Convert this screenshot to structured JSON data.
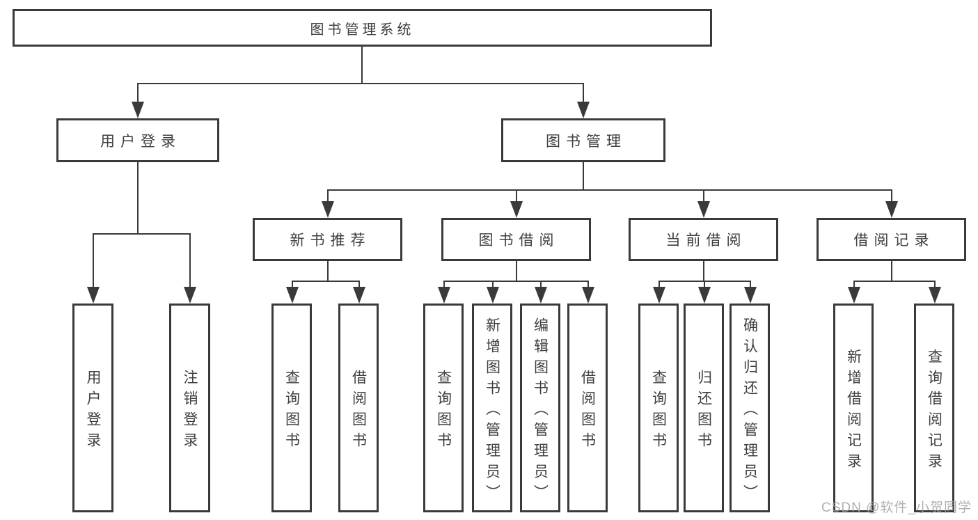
{
  "colors": {
    "line": "#3a3a3a",
    "text": "#404040",
    "background": "#ffffff",
    "watermark": "#a2a2a2"
  },
  "tree": {
    "root": {
      "label": "图书管理系统",
      "children": [
        {
          "label": "用户登录",
          "children": [
            {
              "label": "用户登录"
            },
            {
              "label": "注销登录"
            }
          ]
        },
        {
          "label": "图书管理",
          "children": [
            {
              "label": "新书推荐",
              "children": [
                {
                  "label": "查询图书"
                },
                {
                  "label": "借阅图书"
                }
              ]
            },
            {
              "label": "图书借阅",
              "children": [
                {
                  "label": "查询图书"
                },
                {
                  "label": "新增图书（管理员）"
                },
                {
                  "label": "编辑图书（管理员）"
                },
                {
                  "label": "借阅图书"
                }
              ]
            },
            {
              "label": "当前借阅",
              "children": [
                {
                  "label": "查询图书"
                },
                {
                  "label": "归还图书"
                },
                {
                  "label": "确认归还（管理员）"
                }
              ]
            },
            {
              "label": "借阅记录",
              "children": [
                {
                  "label": "新增借阅记录"
                },
                {
                  "label": "查询借阅记录"
                }
              ]
            }
          ]
        }
      ]
    }
  },
  "watermark": {
    "text": "CSDN @软件_小贺同学"
  }
}
